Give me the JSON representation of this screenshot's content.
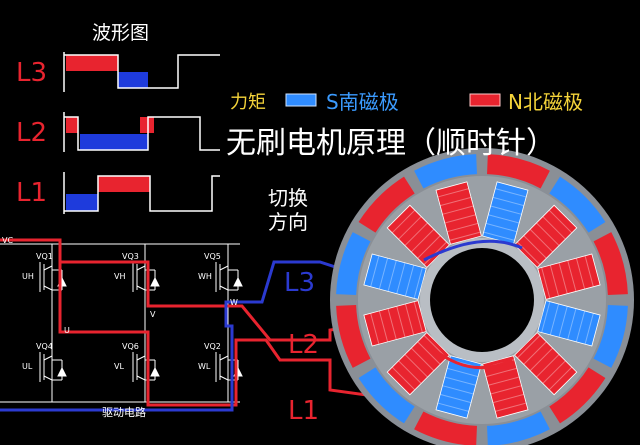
{
  "waveform": {
    "title": "波形图",
    "labels": [
      "L3",
      "L2",
      "L1"
    ]
  },
  "legend": {
    "torque": "力矩",
    "s_pole": "S南磁极",
    "n_pole": "N北磁极"
  },
  "title": "无刷电机原理（顺时针）",
  "switch_direction": "切换方向",
  "coils": {
    "l3": "L3",
    "l2": "L2",
    "l1": "L1"
  },
  "drive_circuit": {
    "label": "驱动电路",
    "vcc": "VC",
    "phase_u": "U",
    "phase_v": "V",
    "phase_w": "W",
    "switches": [
      "VQ1",
      "VQ3",
      "VQ5",
      "VQ4",
      "VQ6",
      "VQ2"
    ],
    "gates": [
      "UH",
      "VH",
      "WH",
      "UL",
      "VL",
      "WL"
    ]
  },
  "colors": {
    "s_pole": "#2f8cff",
    "n_pole": "#e8242f",
    "l3_wire": "#2b3ad0",
    "l2_wire": "#e8242f",
    "l1_wire": "#e8242f"
  }
}
